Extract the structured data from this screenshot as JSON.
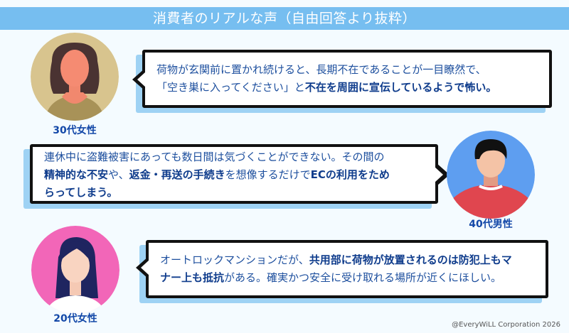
{
  "title": "消費者のリアルな声（自由回答より抜粋）",
  "colors": {
    "title_bar": "#76bef0",
    "text": "#1d4f9e",
    "bold_text": "#0f3c8c",
    "bubble_shadow": "#9ed2f4"
  },
  "voices": [
    {
      "label": "30代女性",
      "avatar": "woman-curly-hair-avatar",
      "lines": [
        [
          {
            "t": "荷物が玄関前に置かれ続けると、長期不在であることが一目瞭然で、",
            "b": false
          }
        ],
        [
          {
            "t": "「空き巣に入ってください」と",
            "b": false
          },
          {
            "t": "不在を周囲に宣伝しているようで怖い。",
            "b": true
          }
        ]
      ]
    },
    {
      "label": "40代男性",
      "avatar": "man-avatar",
      "lines": [
        [
          {
            "t": "連休中に盗難被害にあっても数日間は気づくことができない。その間の",
            "b": false
          }
        ],
        [
          {
            "t": "精神的な不安",
            "b": true
          },
          {
            "t": "や、",
            "b": false
          },
          {
            "t": "返金・再送の手続き",
            "b": true
          },
          {
            "t": "を想像するだけで",
            "b": false
          },
          {
            "t": "ECの利用をため",
            "b": true
          }
        ],
        [
          {
            "t": "らってしまう。",
            "b": true
          }
        ]
      ]
    },
    {
      "label": "20代女性",
      "avatar": "young-woman-avatar",
      "lines": [
        [
          {
            "t": "オートロックマンションだが、",
            "b": false
          },
          {
            "t": "共用部に荷物が放置されるのは防犯上もマ",
            "b": true
          }
        ],
        [
          {
            "t": "ナー上も抵抗",
            "b": true
          },
          {
            "t": "がある。確実かつ安全に受け取れる場所が近くにほしい。",
            "b": false
          }
        ]
      ]
    }
  ],
  "copyright": "@EveryWiLL Corporation 2026"
}
